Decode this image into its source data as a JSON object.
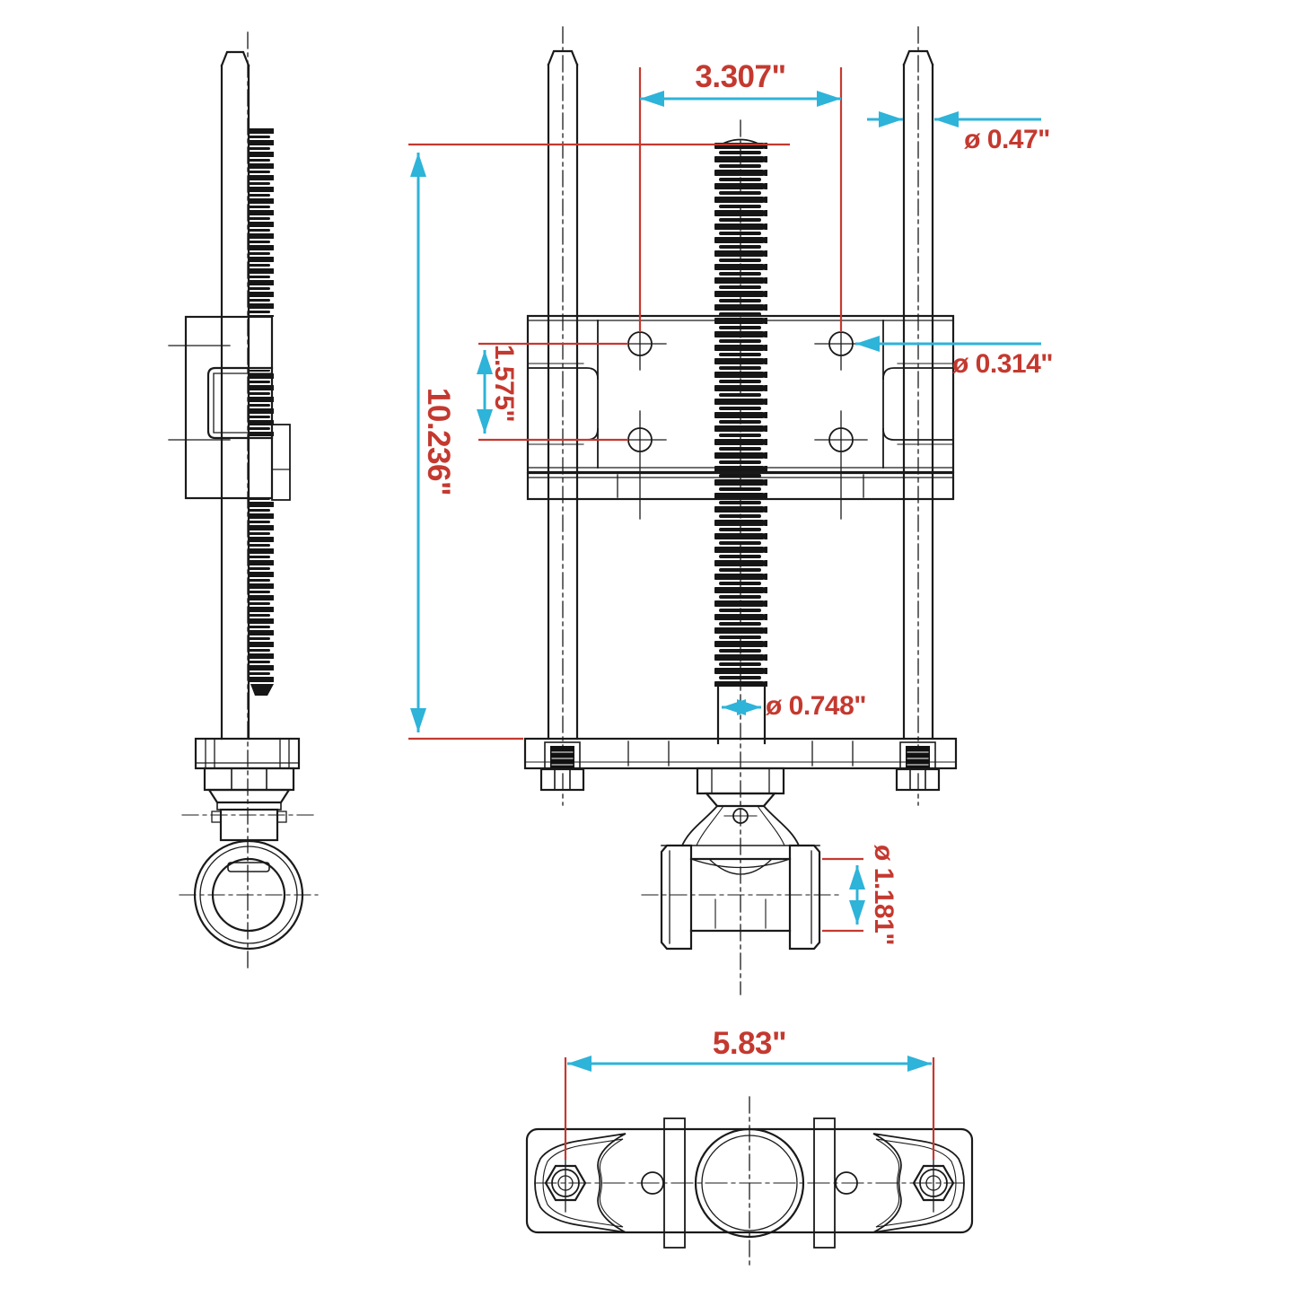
{
  "drawing": {
    "type": "technical-dimension-drawing",
    "views": [
      "side-view",
      "front-view",
      "bottom-view"
    ],
    "dimensions": {
      "rod_spacing": {
        "label": "3.307\"",
        "orientation": "horizontal"
      },
      "rod_diameter": {
        "label": "ø 0.47\"",
        "orientation": "horizontal"
      },
      "hole_diameter": {
        "label": "ø 0.314\"",
        "orientation": "horizontal"
      },
      "overall_height": {
        "label": "10.236\"",
        "orientation": "vertical"
      },
      "hole_spacing": {
        "label": "1.575\"",
        "orientation": "vertical"
      },
      "screw_diameter": {
        "label": "ø 0.748\"",
        "orientation": "horizontal"
      },
      "tee_diameter": {
        "label": "ø 1.181\"",
        "orientation": "vertical"
      },
      "base_width": {
        "label": "5.83\"",
        "orientation": "horizontal"
      }
    },
    "colors": {
      "dimension_text": "#C4392F",
      "extension_line": "#C4392F",
      "dimension_arrow": "#2EB3D9",
      "drawing_line": "#1a1a1a",
      "background": "#FFFFFF"
    }
  }
}
